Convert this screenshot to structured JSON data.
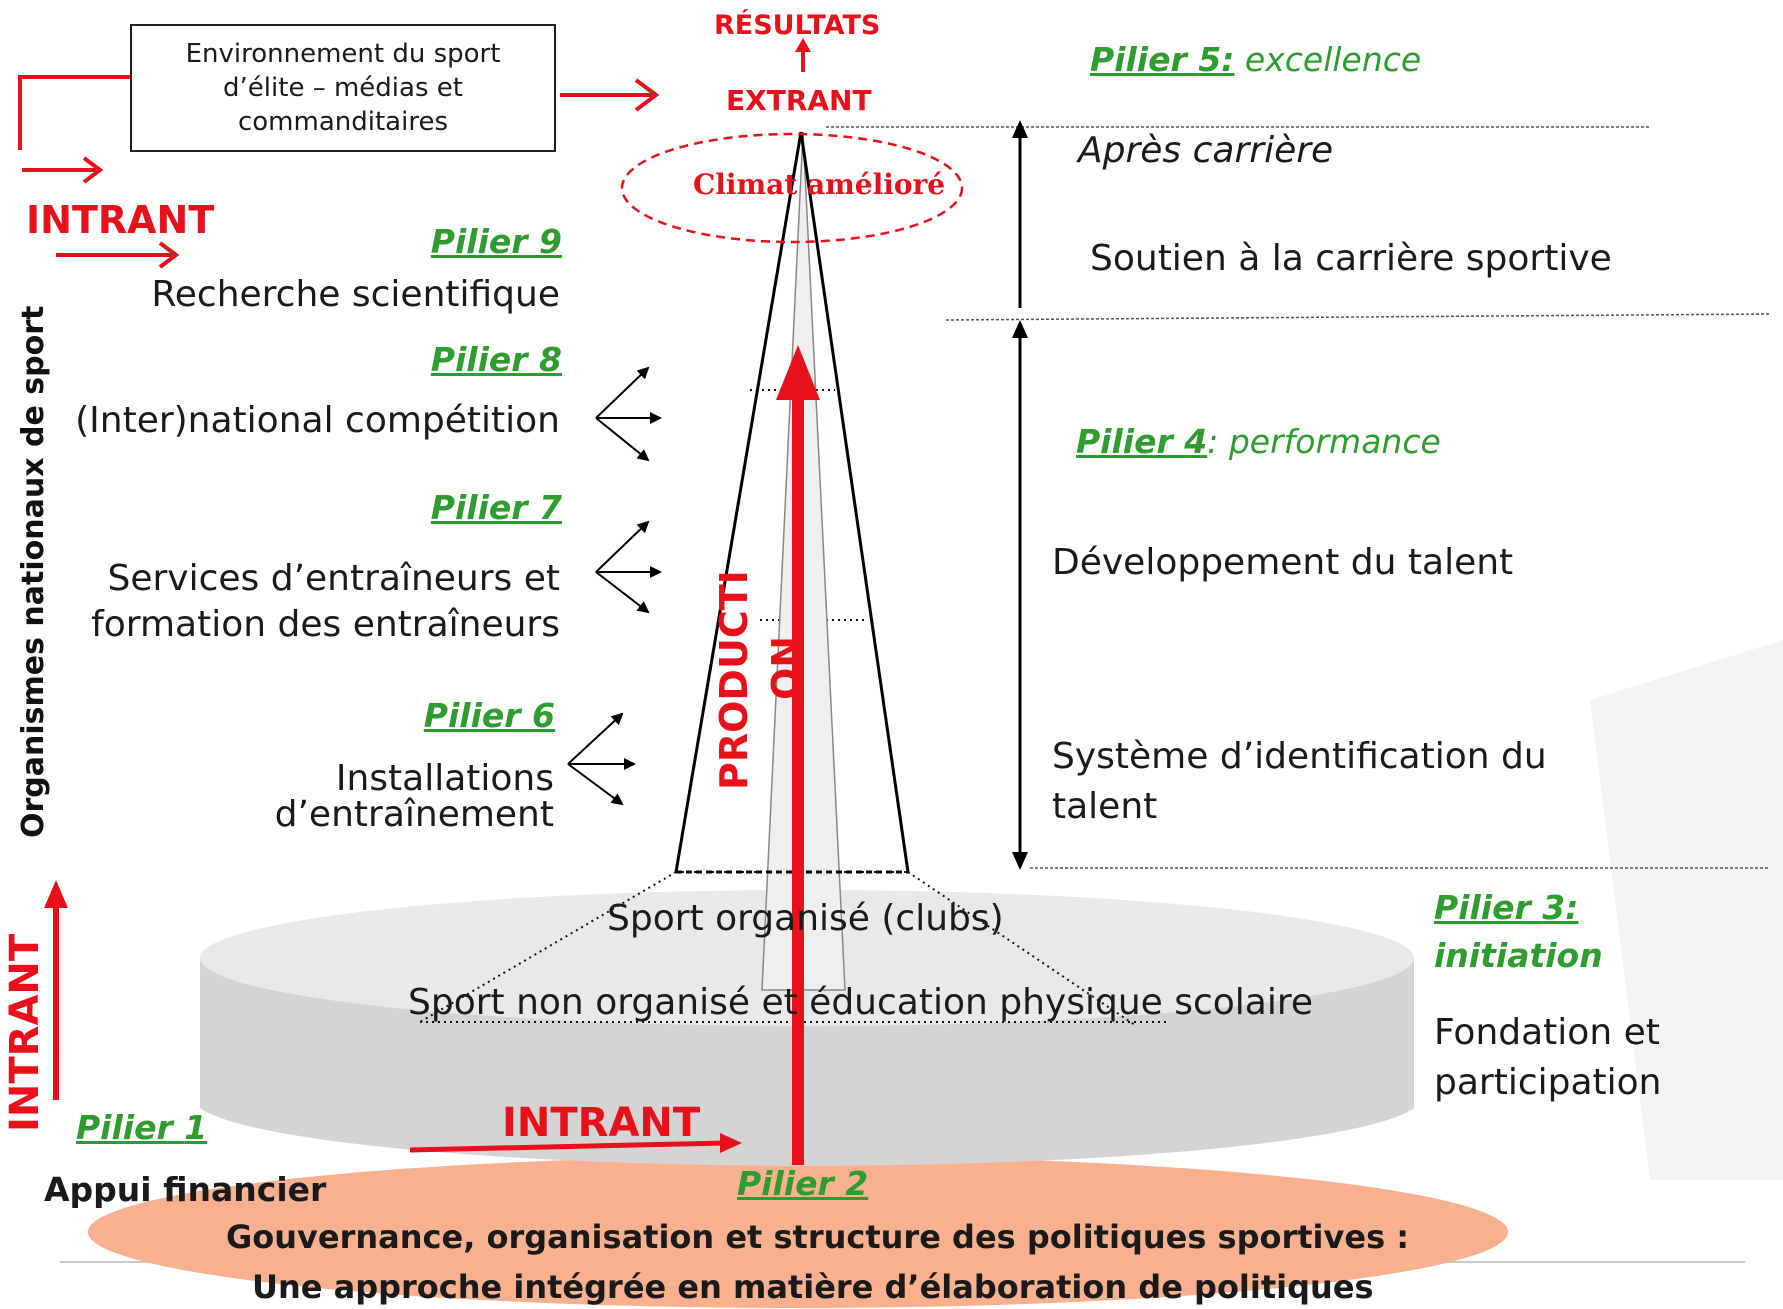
{
  "colors": {
    "red": "#e8101a",
    "green": "#2e9c2e",
    "platform_gray": "#d9d9d9",
    "base_orange": "#f9b08e"
  },
  "environment_box": {
    "text": "Environnement du sport d’élite – médias et commanditaires"
  },
  "results": "RÉSULTATS",
  "output": "EXTRANT",
  "climate": "Climat amélioré",
  "input_labels": {
    "top_left": "INTRANT",
    "left_vertical": "INTRANT",
    "bottom": "INTRANT"
  },
  "organizations_vertical": "Organismes nationaux de sport",
  "production": {
    "line1": "PRODUCTI",
    "line2": "ON"
  },
  "left_pillars": [
    {
      "prefix": "Pilier ",
      "number": "9",
      "text": "Recherche scientifique"
    },
    {
      "prefix": "Pilier ",
      "number": "8",
      "text": "(Inter)national compétition"
    },
    {
      "prefix": "Pilier ",
      "number": "7",
      "text_line1": "Services d’entraîneurs et",
      "text_line2": "formation des entraîneurs"
    },
    {
      "prefix": "Pilier ",
      "number": "6",
      "text_line1": "Installations",
      "text_line2": "d’entraînement"
    }
  ],
  "pillar5": {
    "prefix": "Pilier ",
    "number": "5",
    "suffix": ":",
    "desc": " excellence"
  },
  "pillar4": {
    "prefix": "Pilier ",
    "number": "4",
    "suffix": ":",
    "desc": " performance"
  },
  "pillar3": {
    "prefix": "Pilier ",
    "number": "3",
    "suffix": ":",
    "desc": "initiation"
  },
  "pillar1": {
    "prefix": "Pilier ",
    "number": "1",
    "text": "Appui financier"
  },
  "pillar2": {
    "prefix": "Pilier ",
    "number": "2",
    "line1": "Gouvernance, organisation et structure des politiques sportives :",
    "line2": "Une approche intégrée en matière d’élaboration de politiques"
  },
  "right_stages": {
    "after_career": "Après carrière",
    "career_support": "Soutien à la carrière sportive",
    "talent_dev": "Développement du talent",
    "talent_id_line1": "Système d’identification du",
    "talent_id_line2": "talent",
    "foundation_line1": "Fondation et",
    "foundation_line2": "participation"
  },
  "platform": {
    "organized": "Sport organisé (clubs)",
    "unorganized": "Sport non organisé et éducation physique scolaire"
  }
}
